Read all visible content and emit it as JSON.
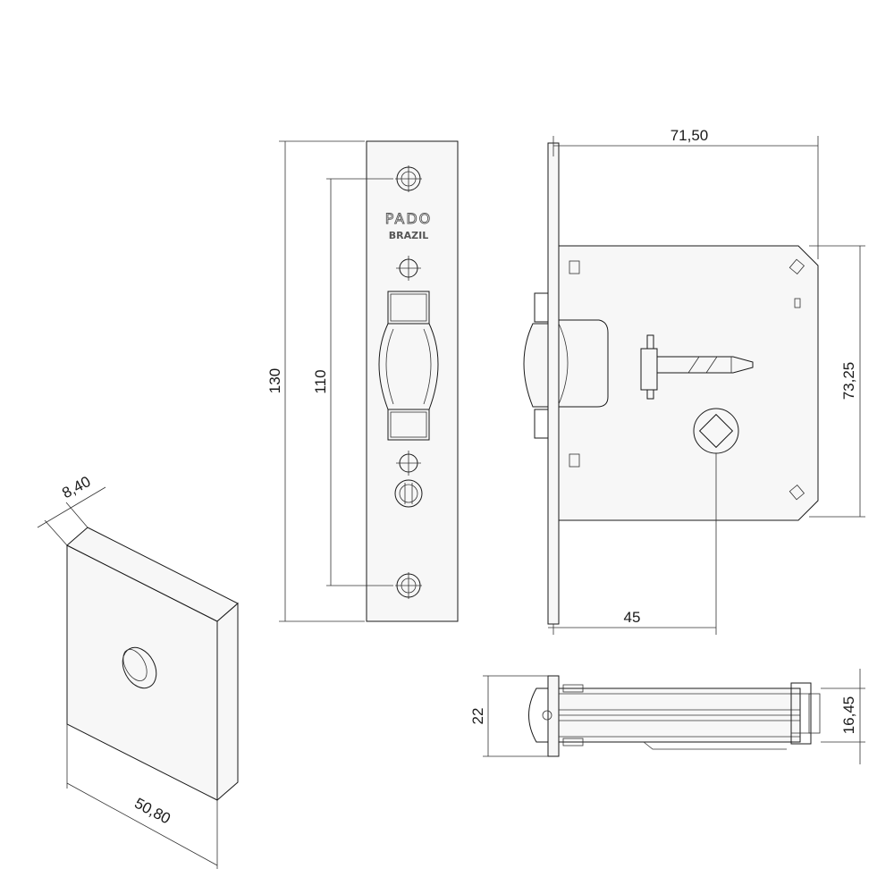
{
  "brand": {
    "name": "PADO",
    "country": "BRAZIL"
  },
  "dimensions": {
    "rosette_thickness": "8,40",
    "rosette_width": "50,80",
    "faceplate_height": "130",
    "screw_spacing": "110",
    "case_depth": "71,50",
    "case_height": "73,25",
    "backset": "45",
    "faceplate_width": "22",
    "case_thickness": "16,45"
  },
  "colors": {
    "line": "#1a1a1a",
    "fill": "#f7f7f7"
  }
}
